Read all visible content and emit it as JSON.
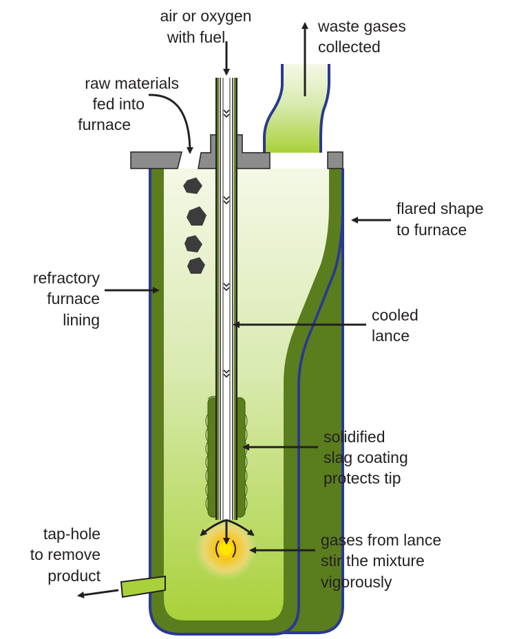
{
  "labels": {
    "air_line1": "air or oxygen",
    "air_line2": "with fuel",
    "waste_line1": "waste gases",
    "waste_line2": "collected",
    "raw_line1": "raw materials",
    "raw_line2": "fed into",
    "raw_line3": "furnace",
    "flared_line1": "flared shape",
    "flared_line2": "to furnace",
    "refractory_line1": "refractory",
    "refractory_line2": "furnace",
    "refractory_line3": "lining",
    "lance_line1": "cooled",
    "lance_line2": "lance",
    "slag_line1": "solidified",
    "slag_line2": "slag coating",
    "slag_line3": "protects tip",
    "tap_line1": "tap-hole",
    "tap_line2": "to remove",
    "tap_line3": "product",
    "gases_line1": "gases from lance",
    "gases_line2": "stir the mixture",
    "gases_line3": "vigorously"
  },
  "colors": {
    "lining": "#5a7d1e",
    "outline": "#2b3990",
    "interior_top": "#f4f8e6",
    "interior_bottom": "#a9d13a",
    "lid": "#8c8c8c",
    "rock": "#3c3c3c",
    "flame": "#f7d11e"
  }
}
